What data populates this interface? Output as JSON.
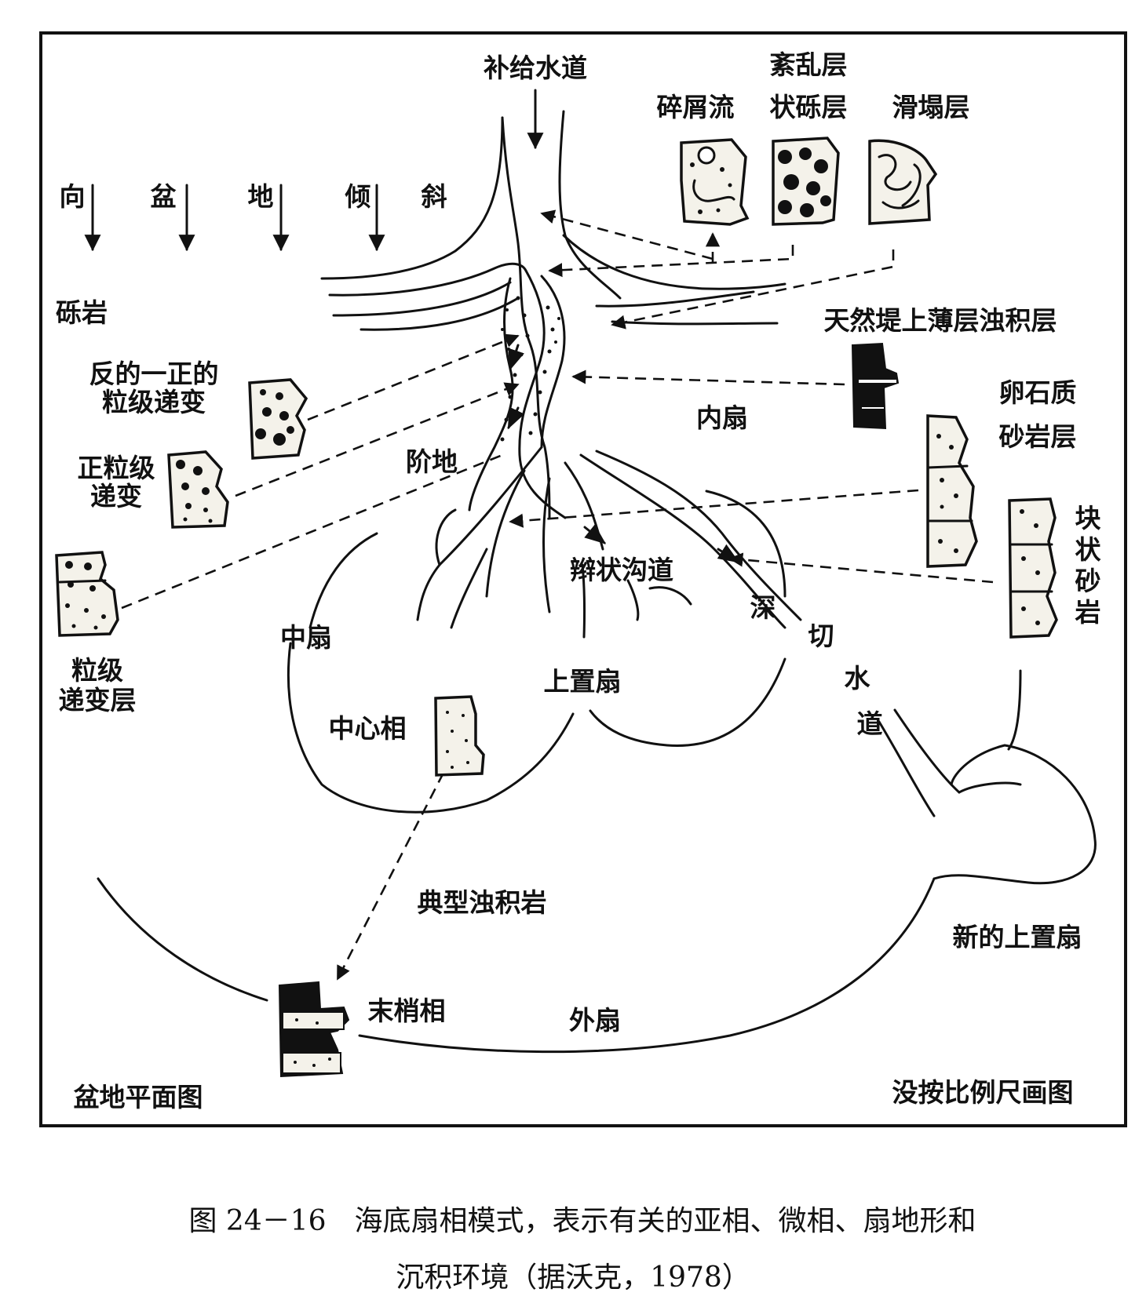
{
  "labels": {
    "feeder_channel": "补给水道",
    "chaotic_bed": "紊乱层",
    "debris_flow": "碎屑流",
    "pebbly_bed": "状砾层",
    "slump": "滑塌层",
    "tilt": [
      "向",
      "盆",
      "地",
      "倾",
      "斜"
    ],
    "conglomerate": "砾岩",
    "inverse_normal_1": "反的一正的",
    "inverse_normal_2": "粒级递变",
    "normal_graded_1": "正粒级",
    "normal_graded_2": "递变",
    "graded_bed_1": "粒级",
    "graded_bed_2": "递变层",
    "levee": "天然堤上薄层浊积层",
    "inner_fan": "内扇",
    "pebbly_sandstone_1": "卵石质",
    "pebbly_sandstone_2": "砂岩层",
    "massive_sandstone": [
      "块",
      "状",
      "砂",
      "岩"
    ],
    "terrace": "阶地",
    "braided_channel": "辫状沟道",
    "incised_channel": [
      "深",
      "切",
      "水",
      "道"
    ],
    "mid_fan": "中扇",
    "suprafan": "上置扇",
    "central_facies": "中心相",
    "typical_turbidite": "典型浊积岩",
    "new_suprafan": "新的上置扇",
    "distal_facies": "末梢相",
    "outer_fan": "外扇",
    "basin_plan": "盆地平面图",
    "not_to_scale": "没按比例尺画图"
  },
  "caption": {
    "line1": "图 24－16　海底扇相模式，表示有关的亚相、微相、扇地形和",
    "line2": "沉积环境（据沃克，1978）"
  }
}
